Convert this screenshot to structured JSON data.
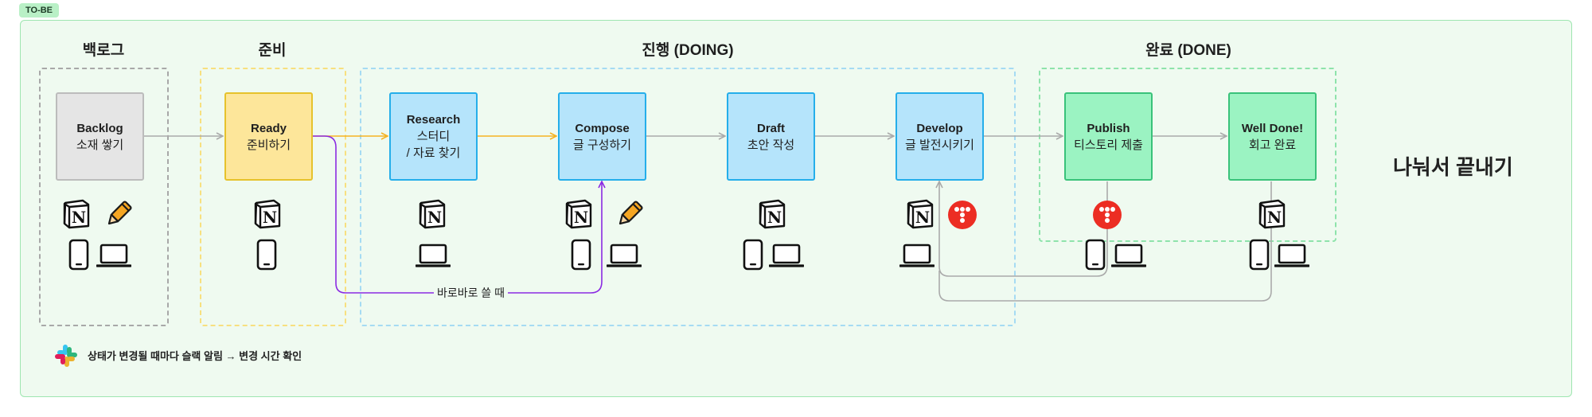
{
  "tag": "TO-BE",
  "groups": {
    "backlog": "백로그",
    "ready": "준비",
    "doing": "진행 (DOING)",
    "done": "완료 (DONE)"
  },
  "nodes": {
    "backlog": {
      "title": "Backlog",
      "sub": "소재 쌓기"
    },
    "ready": {
      "title": "Ready",
      "sub": "준비하기"
    },
    "research": {
      "title": "Research",
      "sub": "스터디\n/ 자료 찾기"
    },
    "compose": {
      "title": "Compose",
      "sub": "글 구성하기"
    },
    "draft": {
      "title": "Draft",
      "sub": "초안 작성"
    },
    "develop": {
      "title": "Develop",
      "sub": "글 발전시키기"
    },
    "publish": {
      "title": "Publish",
      "sub": "티스토리 제출"
    },
    "welldone": {
      "title": "Well Done!",
      "sub": "회고 완료"
    }
  },
  "route_label": "바로바로 쓸 때",
  "finish_text": "나눠서 끝내기",
  "footer_text": "상태가 변경될 때마다 슬랙 알림 → 변경 시간 확인",
  "colors": {
    "arrow_gray": "#aaaaaa",
    "arrow_orange": "#f5b323",
    "arrow_purple": "#8b2be2",
    "tistory_red": "#ec2d23"
  },
  "icons": [
    "notion-icon",
    "pencil-icon",
    "phone-icon",
    "laptop-icon",
    "tistory-icon",
    "slack-icon"
  ]
}
